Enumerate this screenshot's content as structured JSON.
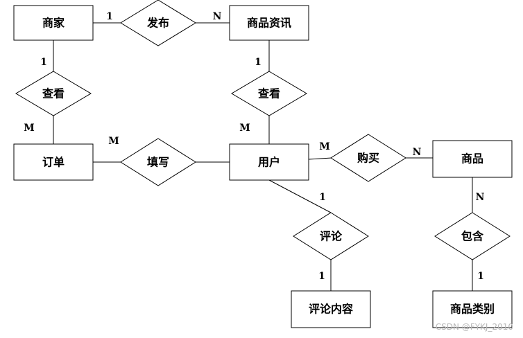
{
  "entities": {
    "merchant": "商家",
    "product_info": "商品资讯",
    "order": "订单",
    "user": "用户",
    "product": "商品",
    "review_content": "评论内容",
    "product_category": "商品类别"
  },
  "relationships": {
    "publish": "发布",
    "view_merchant": "查看",
    "view_info": "查看",
    "fill": "填写",
    "buy": "购买",
    "review": "评论",
    "contain": "包含"
  },
  "cardinalities": {
    "publish_merchant": "1",
    "publish_info": "N",
    "view_merchant_top": "1",
    "view_merchant_bottom": "M",
    "view_info_top": "1",
    "view_info_bottom": "M",
    "fill_order": "M",
    "buy_user": "M",
    "buy_product": "N",
    "review_user": "1",
    "review_content": "1",
    "contain_product": "N",
    "contain_category": "1"
  },
  "watermark": "CSDN @FYKJ_2010"
}
